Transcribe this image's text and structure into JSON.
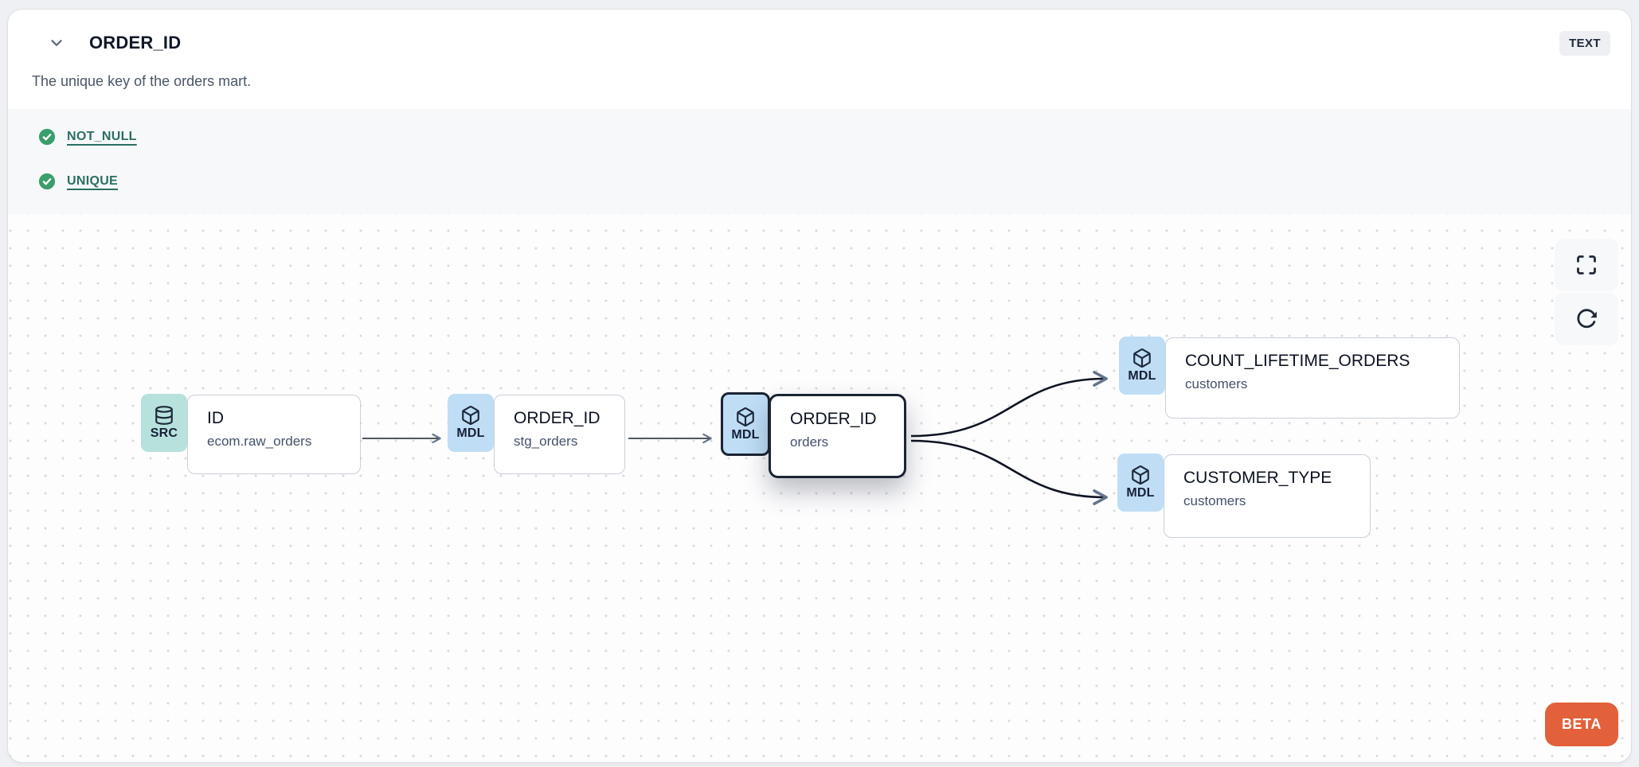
{
  "header": {
    "title": "ORDER_ID",
    "type_badge": "TEXT",
    "description": "The unique key of the orders mart."
  },
  "tests": {
    "items": [
      {
        "label": "NOT_NULL",
        "status": "pass"
      },
      {
        "label": "UNIQUE",
        "status": "pass"
      }
    ]
  },
  "lineage": {
    "nodes": [
      {
        "kind": "SRC",
        "icon": "database-icon",
        "title": "ID",
        "subtitle": "ecom.raw_orders",
        "selected": false
      },
      {
        "kind": "MDL",
        "icon": "cube-icon",
        "title": "ORDER_ID",
        "subtitle": "stg_orders",
        "selected": false
      },
      {
        "kind": "MDL",
        "icon": "cube-icon",
        "title": "ORDER_ID",
        "subtitle": "orders",
        "selected": true
      },
      {
        "kind": "MDL",
        "icon": "cube-icon",
        "title": "COUNT_LIFETIME_ORDERS",
        "subtitle": "customers",
        "selected": false
      },
      {
        "kind": "MDL",
        "icon": "cube-icon",
        "title": "CUSTOMER_TYPE",
        "subtitle": "customers",
        "selected": false
      }
    ],
    "edges": [
      {
        "from": "ID (ecom.raw_orders)",
        "to": "ORDER_ID (stg_orders)"
      },
      {
        "from": "ORDER_ID (stg_orders)",
        "to": "ORDER_ID (orders)"
      },
      {
        "from": "ORDER_ID (orders)",
        "to": "COUNT_LIFETIME_ORDERS (customers)"
      },
      {
        "from": "ORDER_ID (orders)",
        "to": "CUSTOMER_TYPE (customers)"
      }
    ],
    "beta_label": "BETA"
  },
  "colors": {
    "src_badge": "#b7e1dd",
    "mdl_badge": "#bfdef6",
    "selected_border": "#1b2432",
    "test_pass_green": "#3b9e6d",
    "test_link": "#2b6f63",
    "beta_orange": "#e2603a",
    "canvas_dot": "#d9dadd"
  }
}
